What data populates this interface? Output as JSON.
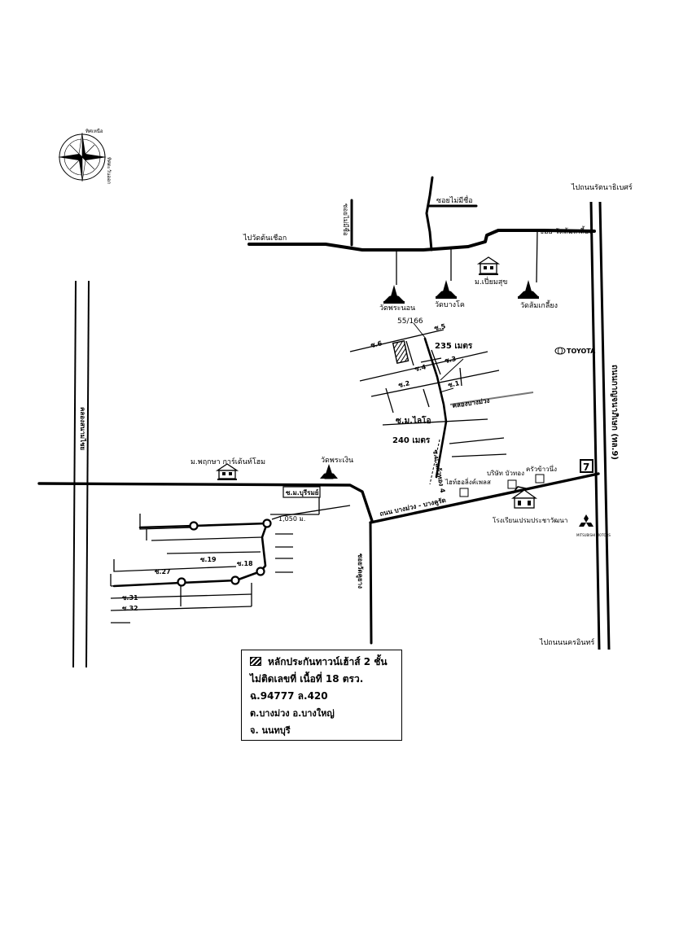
{
  "map": {
    "compass": {
      "north": "ทิศเหนือ",
      "east": "ทิศตะวันออก"
    },
    "roads": {
      "top_right": "ไปถนนรัตนาธิเบศร์",
      "bottom_right": "ไปถนนนครอินทร์",
      "main_vertical": "ถนนกาญจนาภิเษก (ทล.9)",
      "west_road": "ไปวัดต้นเชือก",
      "unnamed_soi": "ซอยไม่มีชื่อ",
      "soi_wat_somklieng": "ซอย วัดส้มเกลี้ยง",
      "soi_north_vertical": "ซอยไม่มีชื่อ",
      "canal_west": "คลองสนามไชย",
      "bangmuang_road": "ถนน บางม่วง - บางคูรัด",
      "soi_wat_kuayang": "ซอยวัดคูยาง",
      "m_phirun": "ซ.ม.บุรีรมย์",
      "m_kaenthong4": "ซ.ม.แก้วทอง 4",
      "m_laio": "ซ.ม.ไลโอ",
      "canal_bangmuang": "คลองบางม่วง"
    },
    "sois": {
      "s1": "ซ.1",
      "s2": "ซ.2",
      "s3": "ซ.3",
      "s4": "ซ.4",
      "s5": "ซ.5",
      "s6": "ซ.6",
      "s18": "ซ.18",
      "s19": "ซ.19",
      "s27": "ซ.27",
      "s31": "ซ.31",
      "s32": "ซ.32"
    },
    "distances": {
      "d1": "235 เมตร",
      "d2": "240 เมตร",
      "d3": "1,050 ม."
    },
    "house_no": "55/166",
    "landmarks": {
      "wat_phranon": "วัดพระนอน",
      "wat_bangkho": "วัดบางโค",
      "wat_somklieng": "วัดส้มเกลี้ยง",
      "m_piamsuk": "ม.เปี่ยมสุข",
      "wat_phrangoen": "วัดพระเงิน",
      "m_pruksa": "ม.พฤกษา การ์เด้นท์โฮม",
      "toyota": "TOYOTA",
      "seven_eleven": "7",
      "company": "บริษัท บัวทอง",
      "restaurant": "ครัวข้าวนึ่ง",
      "hotel": "ไฮท์ฮอลิ่งค์เพลส",
      "school": "โรงเรียนเปรมประชาวัฒนา",
      "mitsubishi": "MITSUBISHI MOTORS"
    }
  },
  "legend": {
    "title": "หลักประกันทาวน์เฮ้าส์ 2 ชั้น",
    "line2": "ไม่ติดเลขที่ เนื้อที่ 18 ตรว.",
    "line3": "ฉ.94777 ล.420",
    "line4": "ต.บางม่วง อ.บางใหญ่",
    "line5": "จ. นนทบุรี"
  }
}
